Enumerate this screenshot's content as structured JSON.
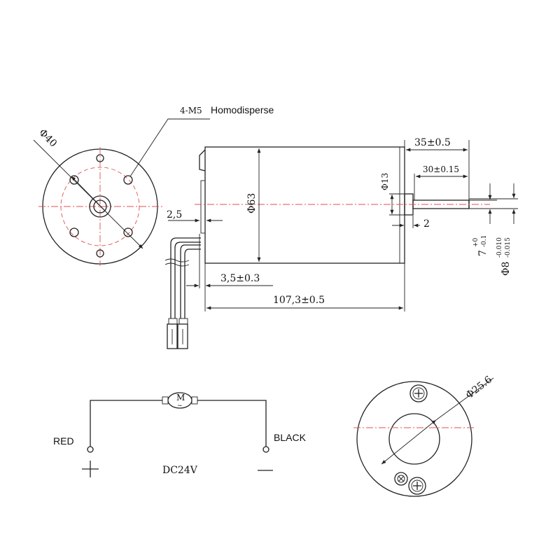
{
  "front_view": {
    "diameter_label": "Φ40",
    "thread_label": "4-M5",
    "thread_note": "Homodisperse"
  },
  "side_view": {
    "dim_35": "35±0.5",
    "dim_30": "30±0.15",
    "dim_13": "Φ13",
    "dim_63": "Φ63",
    "dim_2_5": "2,5",
    "dim_2": "2",
    "dim_7": "7",
    "dim_7_tol_top": "+0",
    "dim_7_tol_bot": "-0.1",
    "dim_8": "Φ8",
    "dim_8_tol_top": "-0.010",
    "dim_8_tol_bot": "-0.015",
    "dim_3_5": "3,5±0.3",
    "dim_107": "107,3±0.5"
  },
  "circuit": {
    "motor_symbol": "M",
    "motor_sub": "~",
    "red_label": "RED",
    "black_label": "BLACK",
    "plus": "+",
    "minus": "−",
    "voltage": "DC24V"
  },
  "rear_view": {
    "diameter_label": "Φ25.6"
  }
}
